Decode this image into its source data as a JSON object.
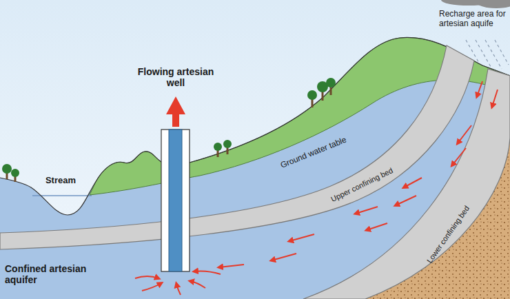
{
  "diagram": {
    "labels": [
      "Flowing artesian well",
      "Recharge area for artesian aquife",
      "Ground water table",
      "Upper confining bed",
      "Lower confining bed",
      "Stream",
      "Confined artesian aquifer"
    ]
  }
}
